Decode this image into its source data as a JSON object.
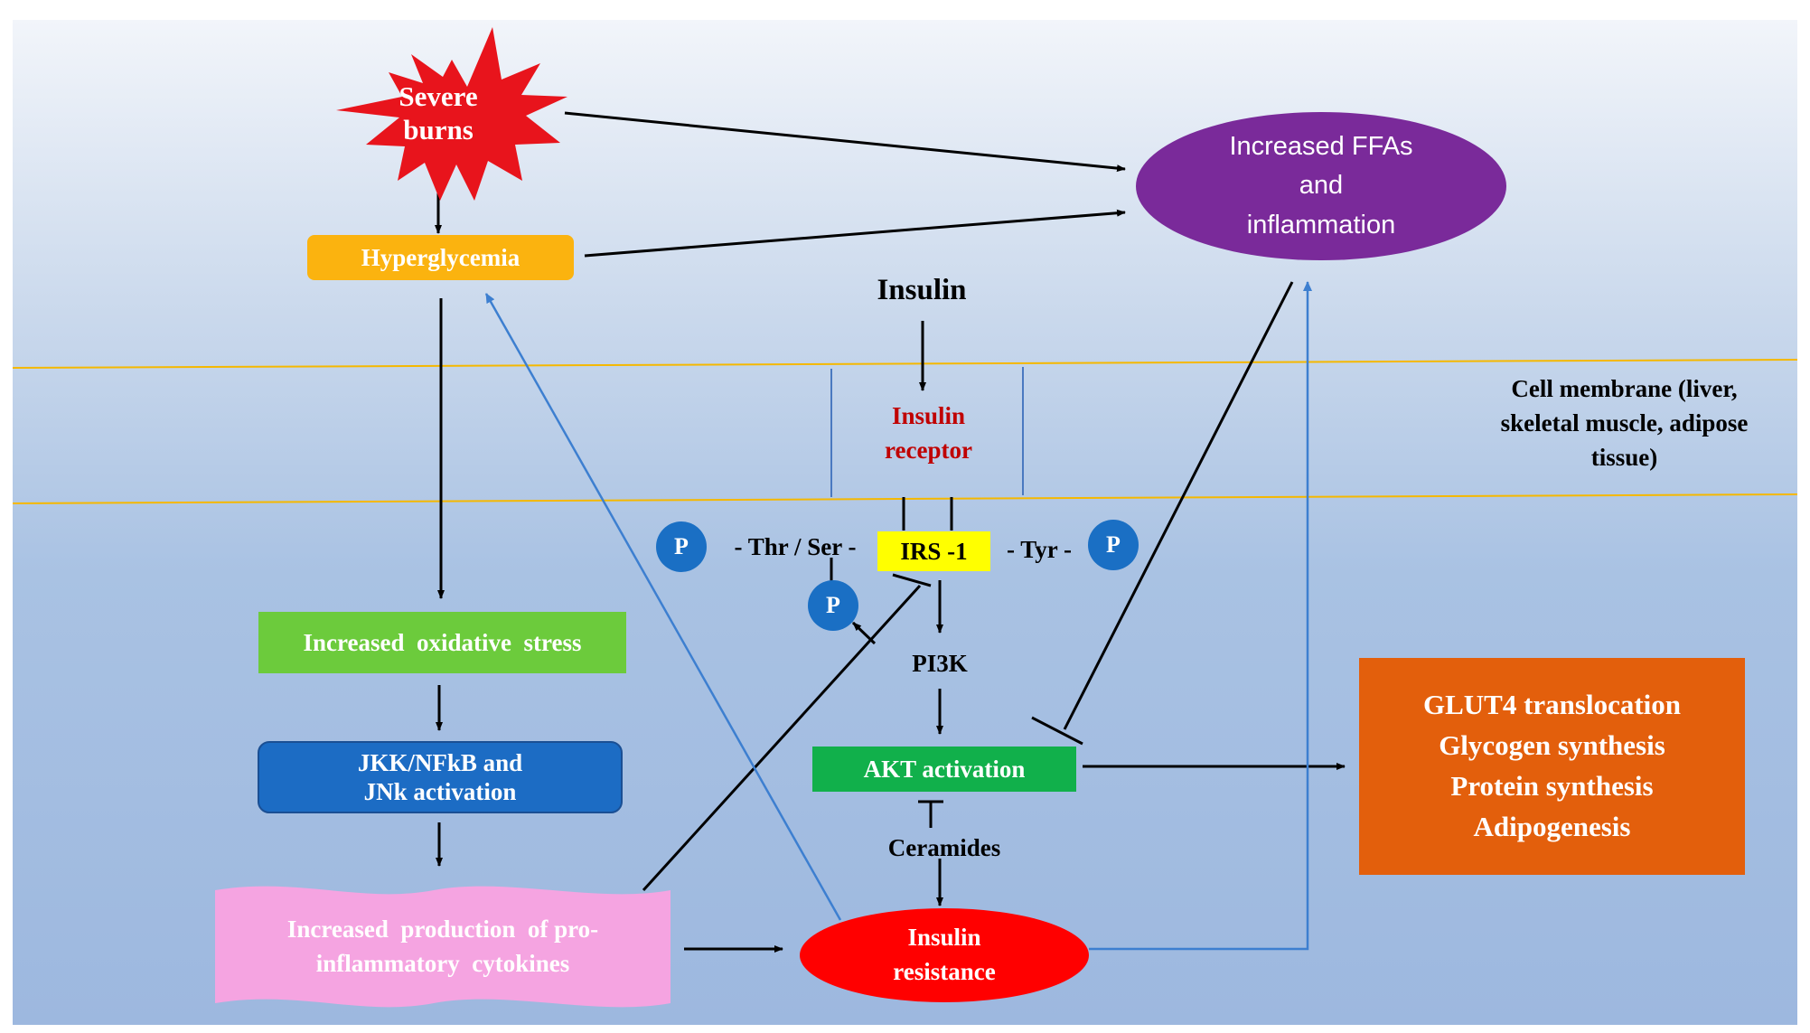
{
  "nodes": {
    "severe_burns": [
      "Severe",
      "burns"
    ],
    "increased_ffas": [
      "Increased FFAs",
      "and",
      "inflammation"
    ],
    "hyperglycemia": "Hyperglycemia",
    "insulin": "Insulin",
    "insulin_receptor": [
      "Insulin",
      "receptor"
    ],
    "cell_membrane": [
      "Cell membrane (liver,",
      "skeletal muscle, adipose",
      "tissue)"
    ],
    "irs1": "IRS -1",
    "thr_ser": "- Thr / Ser -",
    "tyr": "- Tyr -",
    "phospho": "P",
    "pi3k": "PI3K",
    "oxidative_stress": "Increased  oxidative  stress",
    "jkk": [
      "JKK/NFkB and",
      "JNk activation"
    ],
    "akt": "AKT activation",
    "ceramides": "Ceramides",
    "glut4": [
      "GLUT4 translocation",
      "Glycogen synthesis",
      "Protein synthesis",
      "Adipogenesis"
    ],
    "cytokines": [
      "Increased  production  of pro-",
      "inflammatory  cytokines"
    ],
    "insulin_resistance": [
      "Insulin",
      "resistance"
    ]
  },
  "colors": {
    "burst": "#e8141c",
    "ffas": "#7a2a9a",
    "hyperglycemia": "#fbb30f",
    "oxidative": "#6ccb3c",
    "jkk": "#1c6cc4",
    "akt": "#11b04b",
    "glut4": "#e35f0c",
    "cytokines": "#f5a4e1",
    "resistance": "#ff0000",
    "irs1": "#ffff00",
    "phospho": "#1a6fc4",
    "membrane_line": "#f5b800",
    "receptor_text": "#c00000",
    "blue_arrow": "#3d7fd0"
  }
}
